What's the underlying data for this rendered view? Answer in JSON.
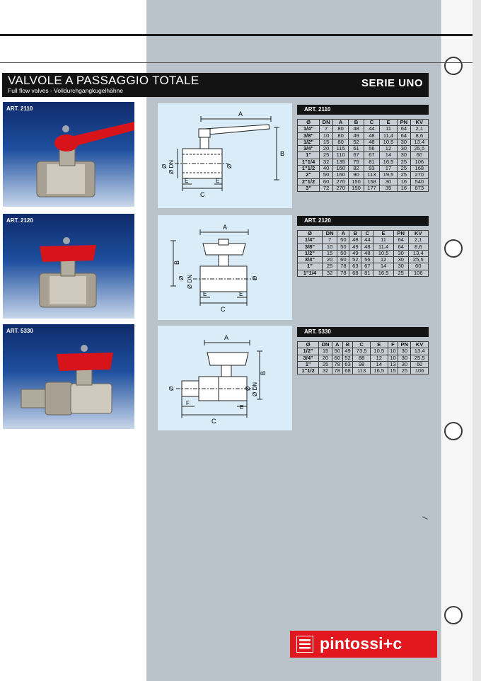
{
  "header": {
    "title": "VALVOLE A PASSAGGIO TOTALE",
    "subtitle": "Full flow valves - Volldurchgangkugelhähne",
    "series": "SERIE UNO"
  },
  "colors": {
    "accent_red": "#e3171e",
    "panel_grey": "#b9c1c9",
    "drawing_blue": "#d9ecf7",
    "black": "#131313"
  },
  "products": [
    {
      "label": "ART. 2110",
      "drawing_labels": {
        "a": "A",
        "b": "B",
        "c": "C",
        "e": "E",
        "e2": "E",
        "dn": "Ø DN",
        "o1": "Ø",
        "o2": "Ø"
      },
      "columns": [
        "Ø",
        "DN",
        "A",
        "B",
        "C",
        "E",
        "PN",
        "KV"
      ],
      "rows": [
        [
          "1/4\"",
          "7",
          "80",
          "48",
          "44",
          "11",
          "64",
          "2,1"
        ],
        [
          "3/8\"",
          "10",
          "80",
          "49",
          "48",
          "11,4",
          "64",
          "8,6"
        ],
        [
          "1/2\"",
          "15",
          "80",
          "52",
          "48",
          "10,5",
          "30",
          "13,4"
        ],
        [
          "3/4\"",
          "20",
          "115",
          "61",
          "56",
          "12",
          "30",
          "25,5"
        ],
        [
          "1\"",
          "25",
          "110",
          "67",
          "67",
          "14",
          "30",
          "60"
        ],
        [
          "1\"1/4",
          "32",
          "135",
          "75",
          "81",
          "16,5",
          "25",
          "106"
        ],
        [
          "1\"1/2",
          "40",
          "160",
          "82",
          "93",
          "17",
          "25",
          "168"
        ],
        [
          "2\"",
          "50",
          "160",
          "90",
          "113",
          "19,5",
          "25",
          "270"
        ],
        [
          "2\"1/2",
          "60",
          "270",
          "150",
          "158",
          "30",
          "16",
          "540"
        ],
        [
          "3\"",
          "72",
          "270",
          "150",
          "177",
          "35",
          "16",
          "873"
        ]
      ]
    },
    {
      "label": "ART. 2120",
      "drawing_labels": {
        "a": "A",
        "b": "B",
        "c": "C",
        "e": "E",
        "e2": "E",
        "dn": "Ø DN",
        "o1": "Ø",
        "o2": "Ø"
      },
      "columns": [
        "Ø",
        "DN",
        "A",
        "B",
        "C",
        "E",
        "PN",
        "KV"
      ],
      "rows": [
        [
          "1/4\"",
          "7",
          "50",
          "48",
          "44",
          "11",
          "64",
          "2,1"
        ],
        [
          "3/8\"",
          "10",
          "50",
          "49",
          "48",
          "11,4",
          "64",
          "8,6"
        ],
        [
          "1/2\"",
          "15",
          "50",
          "49",
          "48",
          "10,5",
          "30",
          "13,4"
        ],
        [
          "3/4\"",
          "20",
          "60",
          "52",
          "56",
          "12",
          "30",
          "25,5"
        ],
        [
          "1\"",
          "25",
          "78",
          "63",
          "67",
          "14",
          "30",
          "60"
        ],
        [
          "1\"1/4",
          "32",
          "78",
          "68",
          "81",
          "16,5",
          "25",
          "106"
        ]
      ]
    },
    {
      "label": "ART. 5330",
      "drawing_labels": {
        "a": "A",
        "b": "B",
        "c": "C",
        "e": "E",
        "f": "F",
        "dn": "Ø DN",
        "o1": "Ø",
        "o2": "Ø"
      },
      "columns": [
        "Ø",
        "DN",
        "A",
        "B",
        "C",
        "E",
        "F",
        "PN",
        "KV"
      ],
      "rows": [
        [
          "1/2\"",
          "15",
          "50",
          "49",
          "73,5",
          "10,5",
          "10",
          "30",
          "13,4"
        ],
        [
          "3/4\"",
          "20",
          "60",
          "52",
          "88",
          "12",
          "10",
          "30",
          "25,5"
        ],
        [
          "1\"",
          "25",
          "78",
          "63",
          "98",
          "14",
          "13",
          "30",
          "60"
        ],
        [
          "1\"1/2",
          "32",
          "78",
          "68",
          "113",
          "16,5",
          "15",
          "25",
          "106"
        ]
      ]
    }
  ],
  "brand": {
    "name": "pintossi+c"
  }
}
